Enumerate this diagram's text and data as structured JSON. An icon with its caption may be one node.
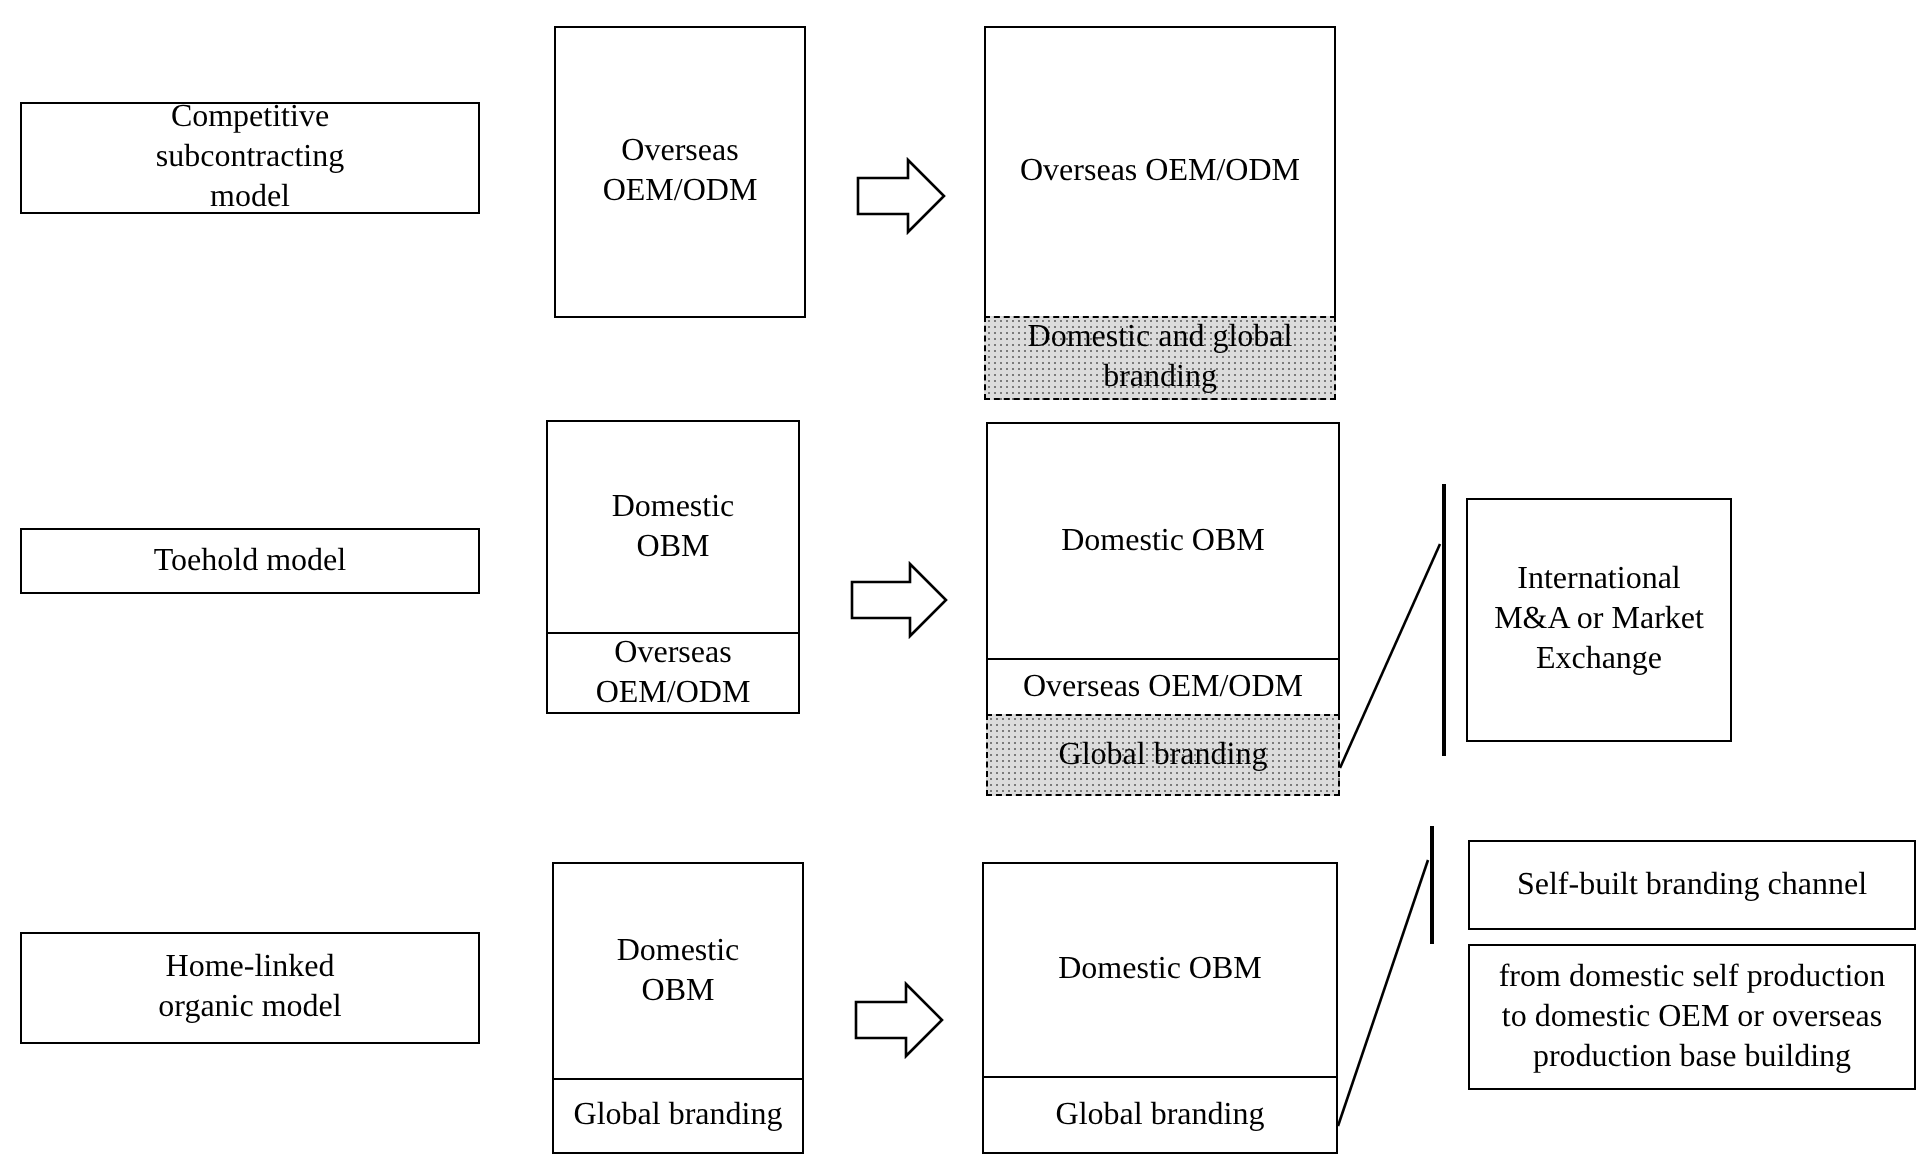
{
  "diagram": {
    "nodes": [
      {
        "text": [
          "Competitive subcontracting model"
        ]
      },
      {
        "text": [
          "Overseas OEM/ODM"
        ]
      },
      {
        "text": [
          "Overseas OEM/ODM"
        ]
      },
      {
        "text": [
          "Domestic and global branding"
        ]
      },
      {
        "text": [
          "Toehold model"
        ]
      },
      {
        "text": [
          "Domestic OBM"
        ]
      },
      {
        "text": [
          "Overseas OEM/ODM"
        ]
      },
      {
        "text": [
          "Domestic OBM"
        ]
      },
      {
        "text": [
          "Overseas OEM/ODM"
        ]
      },
      {
        "text": [
          "Global branding"
        ]
      },
      {
        "text": [],
        "shape": "bar"
      },
      {
        "text": [
          "International M&A or Market Exchange"
        ]
      },
      {
        "text": [
          "Home-linked organic model"
        ]
      },
      {
        "text": [
          "Domestic OBM"
        ]
      },
      {
        "text": [
          "Global branding"
        ]
      },
      {
        "text": [
          "Domestic OBM"
        ]
      },
      {
        "text": [
          "Global branding"
        ]
      },
      {
        "text": [],
        "shape": "bar"
      },
      {
        "text": [
          "Self-built branding channel"
        ]
      },
      {
        "text": [
          "from domestic self production to domestic OEM or overseas production base building"
        ]
      }
    ],
    "edges": [
      {
        "from": 1,
        "to": 2,
        "arrow": "to"
      },
      {
        "from": 5,
        "to": 7,
        "arrow": "to"
      },
      {
        "from": 13,
        "to": 15,
        "arrow": "to"
      },
      {
        "from": 9,
        "to": 10,
        "arrow": "none"
      },
      {
        "from": 16,
        "to": 17,
        "arrow": "none"
      }
    ]
  }
}
